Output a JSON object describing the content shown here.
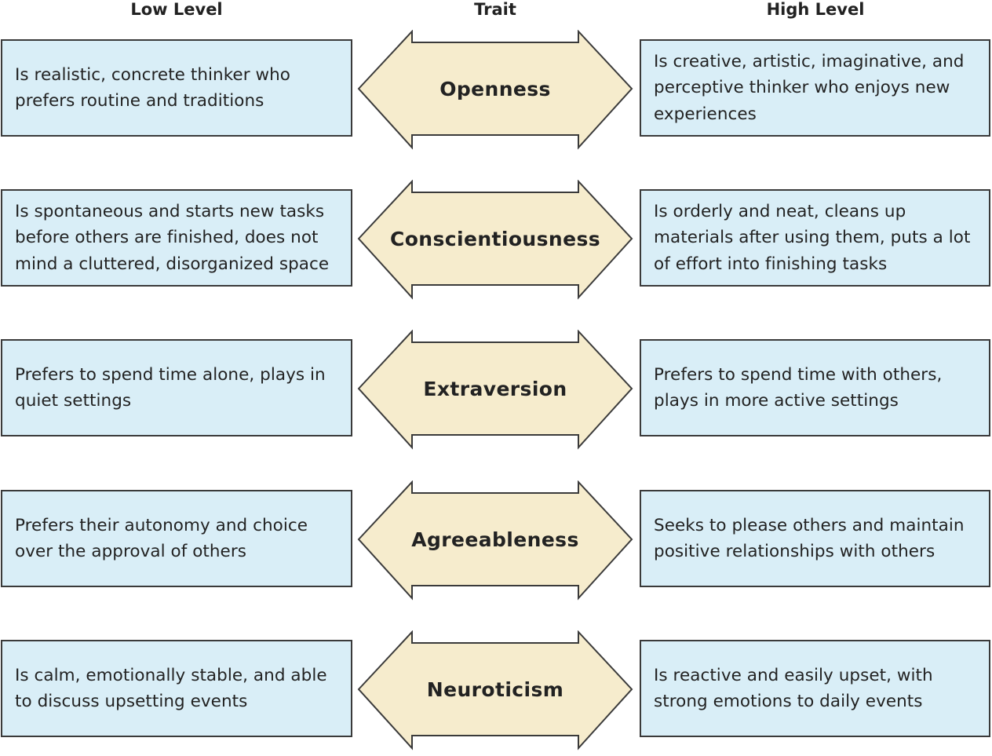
{
  "headers": {
    "low": "Low Level",
    "trait": "Trait",
    "high": "High Level"
  },
  "colors": {
    "box_fill": "#d9eef7",
    "arrow_fill": "#f6eccd",
    "border": "#3a3a3a"
  },
  "rows": [
    {
      "trait": "Openness",
      "low": "Is realistic, concrete thinker who prefers routine and traditions",
      "high": "Is creative, artistic, imaginative, and perceptive thinker who enjoys new experiences"
    },
    {
      "trait": "Conscientiousness",
      "low": "Is spontaneous and starts new tasks before others are finished, does not mind a cluttered, disorganized space",
      "high": "Is orderly and neat, cleans up materials after using them, puts a lot of effort into finishing tasks"
    },
    {
      "trait": "Extraversion",
      "low": "Prefers to spend time alone, plays in quiet settings",
      "high": "Prefers to spend time with others, plays in more active settings"
    },
    {
      "trait": "Agreeableness",
      "low": "Prefers their autonomy and choice over the approval of others",
      "high": "Seeks to please others and maintain positive relationships with others"
    },
    {
      "trait": "Neuroticism",
      "low": "Is calm, emotionally stable, and able to discuss upsetting events",
      "high": "Is reactive and easily upset, with strong emotions to daily events"
    }
  ]
}
